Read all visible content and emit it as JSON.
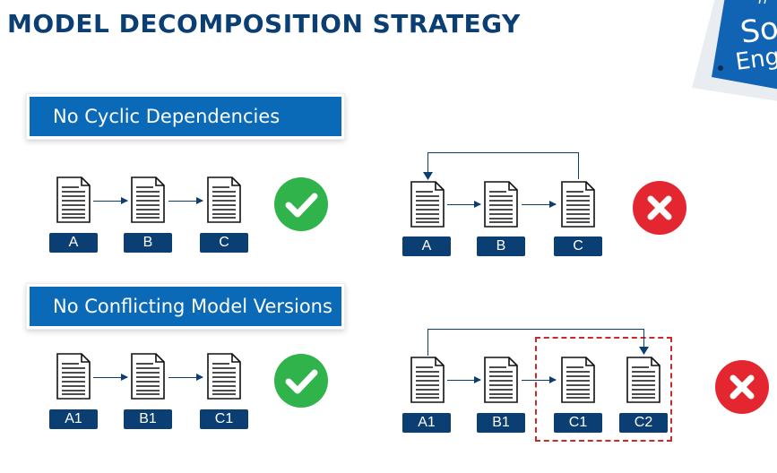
{
  "title": "MODEL DECOMPOSITION STRATEGY",
  "banners": {
    "top": "No Cyclic Dependencies",
    "bottom": "No Conflicting Model Versions"
  },
  "logo": {
    "text_line1": "So",
    "text_line2": "Eng",
    "text_top": "n"
  },
  "row1_left": {
    "labels": [
      "A",
      "B",
      "C"
    ],
    "status": "check-icon"
  },
  "row1_right": {
    "labels": [
      "A",
      "B",
      "C"
    ],
    "status": "cross-icon"
  },
  "row2_left": {
    "labels": [
      "A1",
      "B1",
      "C1"
    ],
    "status": "check-icon"
  },
  "row2_right": {
    "labels": [
      "A1",
      "B1",
      "C1",
      "C2"
    ],
    "status": "cross-icon"
  },
  "colors": {
    "navy": "#0b3f73",
    "blue": "#0a6ab8",
    "green": "#2fb34a",
    "red": "#e32630",
    "dash": "#cc2a2a"
  }
}
